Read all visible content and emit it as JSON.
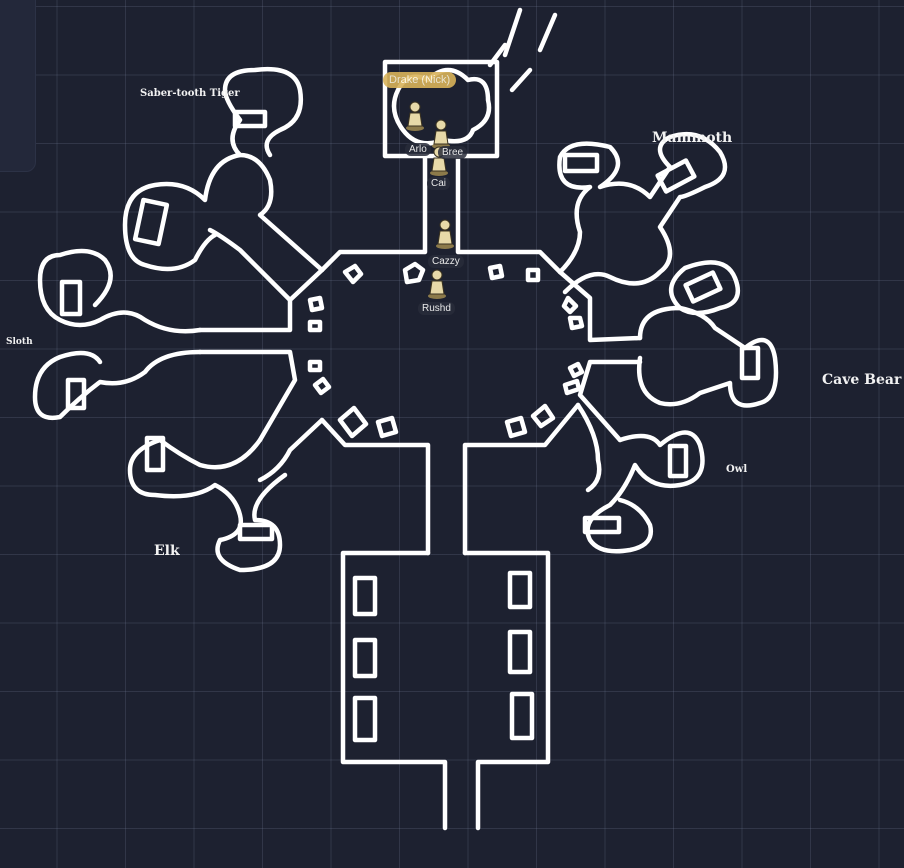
{
  "map": {
    "rooms": {
      "saber_tooth_tiger": "Saber-tooth Tiger",
      "mammoth": "Mammoth",
      "sloth": "Sloth",
      "cave_bear": "Cave Bear",
      "owl": "Owl",
      "elk": "Elk"
    },
    "tokens": {
      "selected": "Drake (Nick)",
      "arlo": "Arlo",
      "bree": "Bree",
      "cai": "Cai",
      "cazzy": "Cazzy",
      "rushd": "Rushd"
    }
  },
  "colors": {
    "background": "#1d2130",
    "walls": "#ffffff",
    "highlight": "#d9b35a",
    "token": "#e7d9a8"
  }
}
